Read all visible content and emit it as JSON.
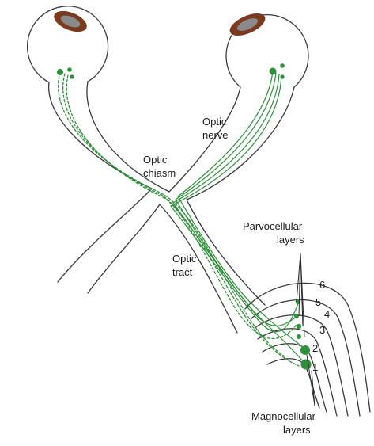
{
  "labels": {
    "optic_nerve_line1": "Optic",
    "optic_nerve_line2": "nerve",
    "optic_chiasm_line1": "Optic",
    "optic_chiasm_line2": "chiasm",
    "optic_tract_line1": "Optic",
    "optic_tract_line2": "tract",
    "parvocellular_line1": "Parvocellular",
    "parvocellular_line2": "layers",
    "magnocellular_line1": "Magnocellular",
    "magnocellular_line2": "layers"
  },
  "layer_numbers": {
    "l1": "1",
    "l2": "2",
    "l3": "3",
    "l4": "4",
    "l5": "5",
    "l6": "6"
  },
  "colors": {
    "fiber_green": "#2f8f3a",
    "iris_brown": "#7a3a1e",
    "pupil_gray": "#8a8a8a",
    "outline": "#3a3a3a"
  }
}
